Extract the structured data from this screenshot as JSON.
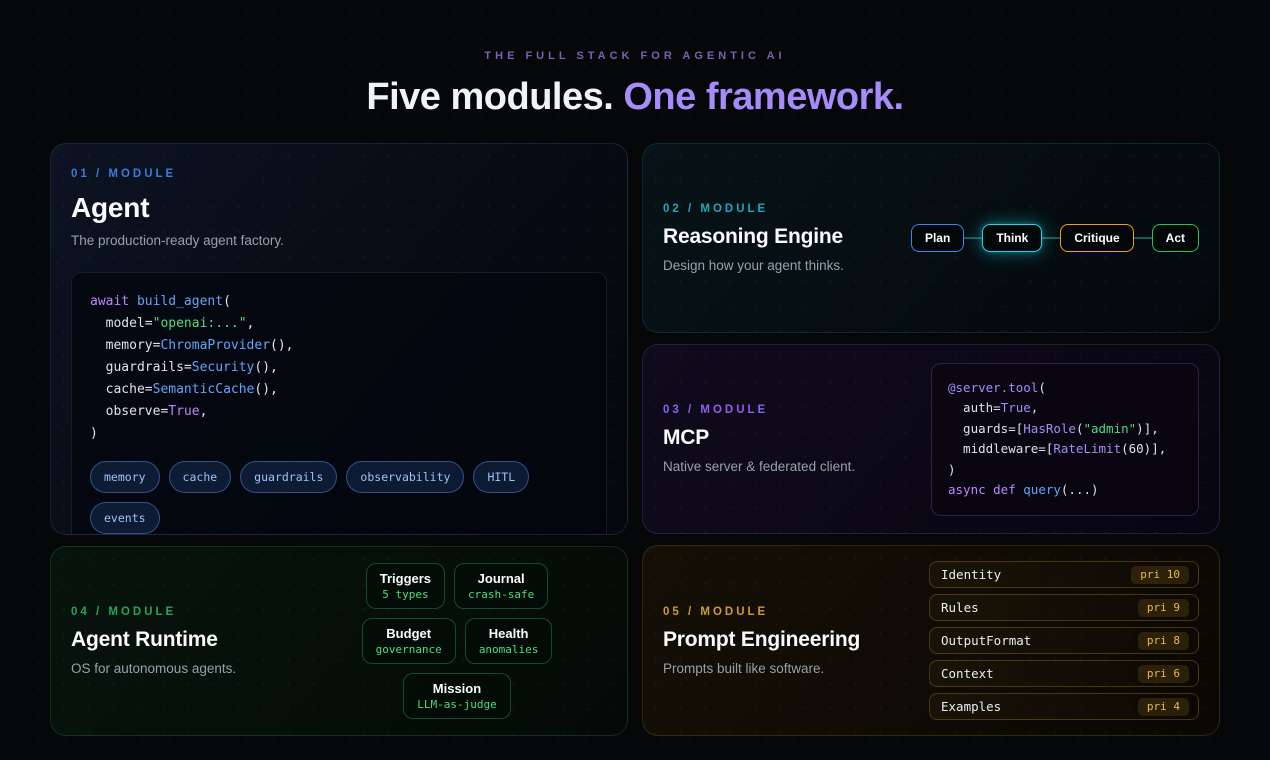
{
  "header": {
    "eyebrow": "THE FULL STACK FOR AGENTIC AI",
    "title_white": "Five modules. ",
    "title_accent": "One framework.",
    "accent_color": "#a78bfa"
  },
  "modules": {
    "agent": {
      "label": "01 / MODULE",
      "title": "Agent",
      "subtitle": "The production-ready agent factory.",
      "accent_color": "#3b82f6",
      "code": [
        [
          {
            "t": "await ",
            "c": "kw"
          },
          {
            "t": "build_agent",
            "c": "fn"
          },
          {
            "t": "(",
            "c": "pl"
          }
        ],
        [
          {
            "t": "  model=",
            "c": "pl"
          },
          {
            "t": "\"openai:...\"",
            "c": "str"
          },
          {
            "t": ",",
            "c": "pl"
          }
        ],
        [
          {
            "t": "  memory=",
            "c": "pl"
          },
          {
            "t": "ChromaProvider",
            "c": "fn"
          },
          {
            "t": "(),",
            "c": "pl"
          }
        ],
        [
          {
            "t": "  guardrails=",
            "c": "pl"
          },
          {
            "t": "Security",
            "c": "fn"
          },
          {
            "t": "(),",
            "c": "pl"
          }
        ],
        [
          {
            "t": "  cache=",
            "c": "pl"
          },
          {
            "t": "SemanticCache",
            "c": "fn"
          },
          {
            "t": "(),",
            "c": "pl"
          }
        ],
        [
          {
            "t": "  observe=",
            "c": "pl"
          },
          {
            "t": "True",
            "c": "kw"
          },
          {
            "t": ",",
            "c": "pl"
          }
        ],
        [
          {
            "t": ")",
            "c": "pl"
          }
        ]
      ],
      "tags": [
        "memory",
        "cache",
        "guardrails",
        "observability",
        "HITL",
        "events"
      ]
    },
    "reasoning": {
      "label": "02 / MODULE",
      "title": "Reasoning Engine",
      "subtitle": "Design how your agent thinks.",
      "accent_color": "#1ba8bd",
      "flow": [
        {
          "label": "Plan",
          "color": "#3b82f6",
          "glow": false
        },
        {
          "label": "Think",
          "color": "#22d3ee",
          "glow": true
        },
        {
          "label": "Critique",
          "color": "#f59e0b",
          "glow": false
        },
        {
          "label": "Act",
          "color": "#22c55e",
          "glow": false
        }
      ]
    },
    "mcp": {
      "label": "03 / MODULE",
      "title": "MCP",
      "subtitle": "Native server & federated client.",
      "accent_color": "#8b5cf6",
      "code": [
        [
          {
            "t": "@server.tool",
            "c": "dec"
          },
          {
            "t": "(",
            "c": "pl"
          }
        ],
        [
          {
            "t": "  auth=",
            "c": "pl"
          },
          {
            "t": "True",
            "c": "dec"
          },
          {
            "t": ",",
            "c": "pl"
          }
        ],
        [
          {
            "t": "  guards=[",
            "c": "pl"
          },
          {
            "t": "HasRole",
            "c": "dec"
          },
          {
            "t": "(",
            "c": "pl"
          },
          {
            "t": "\"admin\"",
            "c": "str"
          },
          {
            "t": ")],",
            "c": "pl"
          }
        ],
        [
          {
            "t": "  middleware=[",
            "c": "pl"
          },
          {
            "t": "RateLimit",
            "c": "dec"
          },
          {
            "t": "(60)],",
            "c": "pl"
          }
        ],
        [
          {
            "t": ")",
            "c": "pl"
          }
        ],
        [
          {
            "t": "async def ",
            "c": "kw"
          },
          {
            "t": "query",
            "c": "fn"
          },
          {
            "t": "(...)",
            "c": "pl"
          }
        ]
      ]
    },
    "runtime": {
      "label": "04 / MODULE",
      "title": "Agent Runtime",
      "subtitle": "OS for autonomous agents.",
      "accent_color": "#22c55e",
      "tiles": [
        {
          "title": "Triggers",
          "subtitle": "5 types"
        },
        {
          "title": "Journal",
          "subtitle": "crash-safe"
        },
        {
          "title": "Budget",
          "subtitle": "governance"
        },
        {
          "title": "Health",
          "subtitle": "anomalies"
        },
        {
          "title": "Mission",
          "subtitle": "LLM-as-judge"
        }
      ]
    },
    "prompt": {
      "label": "05 / MODULE",
      "title": "Prompt Engineering",
      "subtitle": "Prompts built like software.",
      "accent_color": "#f59e0b",
      "layers": [
        {
          "name": "Identity",
          "pri": "pri 10"
        },
        {
          "name": "Rules",
          "pri": "pri 9"
        },
        {
          "name": "OutputFormat",
          "pri": "pri 8"
        },
        {
          "name": "Context",
          "pri": "pri 6"
        },
        {
          "name": "Examples",
          "pri": "pri 4"
        }
      ]
    }
  }
}
